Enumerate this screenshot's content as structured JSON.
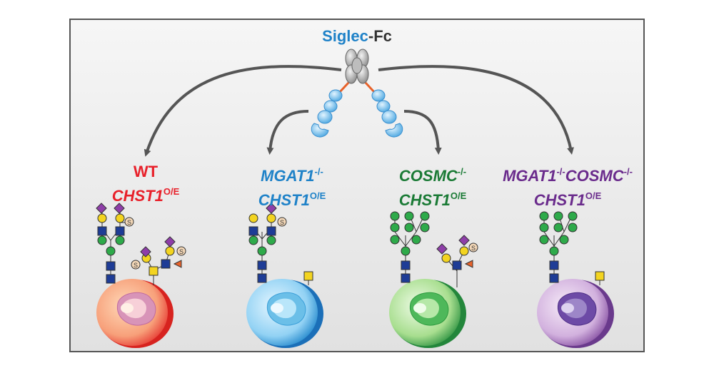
{
  "title": {
    "siglec": "Siglec",
    "dash": "-",
    "fc": "Fc"
  },
  "colors": {
    "wt": "#e8202a",
    "mgat1": "#1f82c8",
    "cosmc": "#1a7a35",
    "double": "#6a2b8c",
    "arrow": "#555555"
  },
  "columns": [
    {
      "line1": [
        {
          "text": "WT",
          "sup": ""
        }
      ],
      "line2": {
        "text": "CHST1",
        "sup": "O/E"
      }
    },
    {
      "line1": [
        {
          "text": "MGAT1",
          "sup": "-/-"
        }
      ],
      "line2": {
        "text": "CHST1",
        "sup": "O/E"
      }
    },
    {
      "line1": [
        {
          "text": "COSMC",
          "sup": "-/-"
        }
      ],
      "line2": {
        "text": "CHST1",
        "sup": "O/E"
      }
    },
    {
      "line1": [
        {
          "text": "MGAT1",
          "sup": "-/-"
        },
        {
          "text": "COSMC",
          "sup": "-/-"
        }
      ],
      "line2": {
        "text": "CHST1",
        "sup": "O/E"
      }
    }
  ],
  "glycan_symbols": {
    "sulfate": "S"
  }
}
